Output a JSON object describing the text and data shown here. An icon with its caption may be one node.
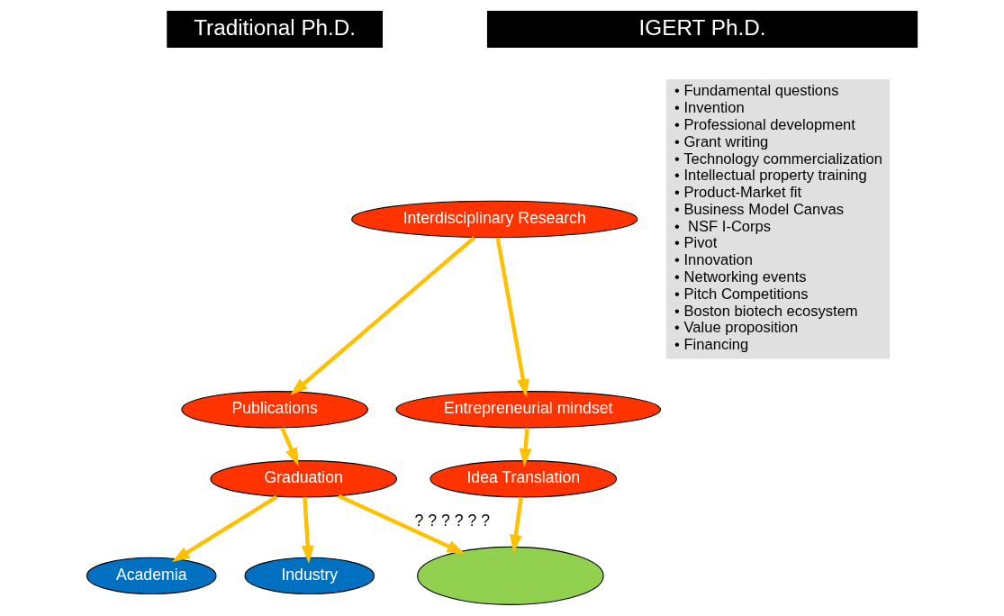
{
  "diagram": {
    "nodes": [
      {
        "text": [
          "Traditional Ph.D."
        ]
      },
      {
        "text": [
          "IGERT Ph.D."
        ]
      },
      {
        "text": [
          "Interdisciplinary Research"
        ]
      },
      {
        "text": [
          "Publications"
        ]
      },
      {
        "text": [
          "Entrepreneurial mindset"
        ]
      },
      {
        "text": [
          "Graduation"
        ]
      },
      {
        "text": [
          "Idea Translation"
        ]
      },
      {
        "text": [
          "Academia"
        ]
      },
      {
        "text": [
          "Industry"
        ]
      },
      {
        "text": [],
        "shape": "ellipse"
      },
      {
        "text": [
          "• Fundamental questions",
          "• Invention",
          "• Professional development",
          "• Grant writing",
          "• Technology commercialization",
          "• Intellectual property training",
          "• Product-Market fit",
          "• Business Model Canvas",
          "•  NSF I-Corps",
          "• Pivot",
          "• Innovation",
          "• Networking events",
          "• Pitch Competitions",
          "• Boston biotech ecosystem",
          "• Value proposition",
          "• Financing"
        ]
      }
    ],
    "edges": [
      {
        "from": 2,
        "to": 3,
        "arrow": "to"
      },
      {
        "from": 2,
        "to": 4,
        "arrow": "to"
      },
      {
        "from": 3,
        "to": 5,
        "arrow": "to"
      },
      {
        "from": 4,
        "to": 6,
        "arrow": "to"
      },
      {
        "from": 5,
        "to": 7,
        "arrow": "to"
      },
      {
        "from": 5,
        "to": 8,
        "arrow": "to"
      },
      {
        "from": 5,
        "to": 9,
        "arrow": "to",
        "label": "? ? ? ? ? ?"
      },
      {
        "from": 6,
        "to": 9,
        "arrow": "to"
      }
    ]
  }
}
